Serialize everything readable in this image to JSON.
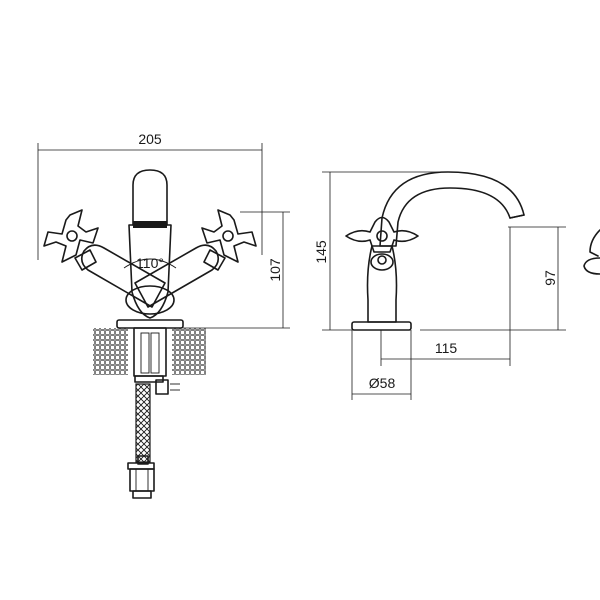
{
  "dimensions": {
    "overall_width": "205",
    "handle_angle": "110°",
    "front_height": "107",
    "total_height": "145",
    "spout_height": "97",
    "spout_reach": "115",
    "base_diameter": "Ø58"
  }
}
